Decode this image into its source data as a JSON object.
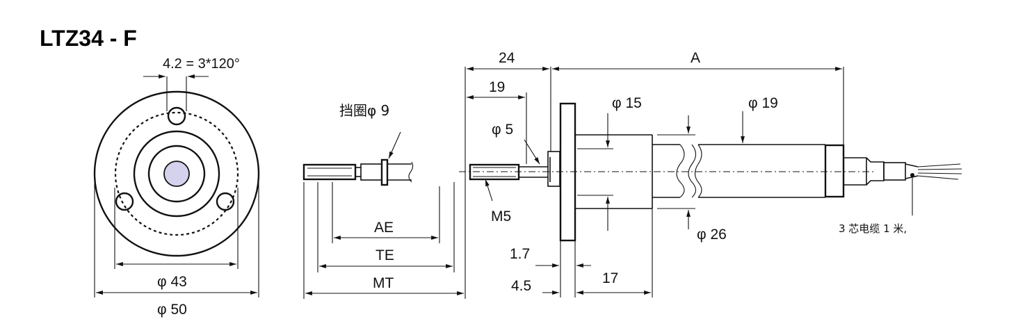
{
  "title": "LTZ34 - F",
  "labels": {
    "hole_spec": "4.2 = 3*120°",
    "d43": "φ 43",
    "d50": "φ 50",
    "retainer": "挡圈φ 9",
    "ae": "AE",
    "te": "TE",
    "mt": "MT",
    "dim24": "24",
    "dimA": "A",
    "dim19": "19",
    "d5": "φ 5",
    "m5": "M5",
    "d15": "φ 15",
    "d19": "φ 19",
    "d26": "φ 26",
    "dim1_7": "1.7",
    "dim4_5": "4.5",
    "dim17": "17",
    "cable": "3 芯电缆 1 米,"
  }
}
